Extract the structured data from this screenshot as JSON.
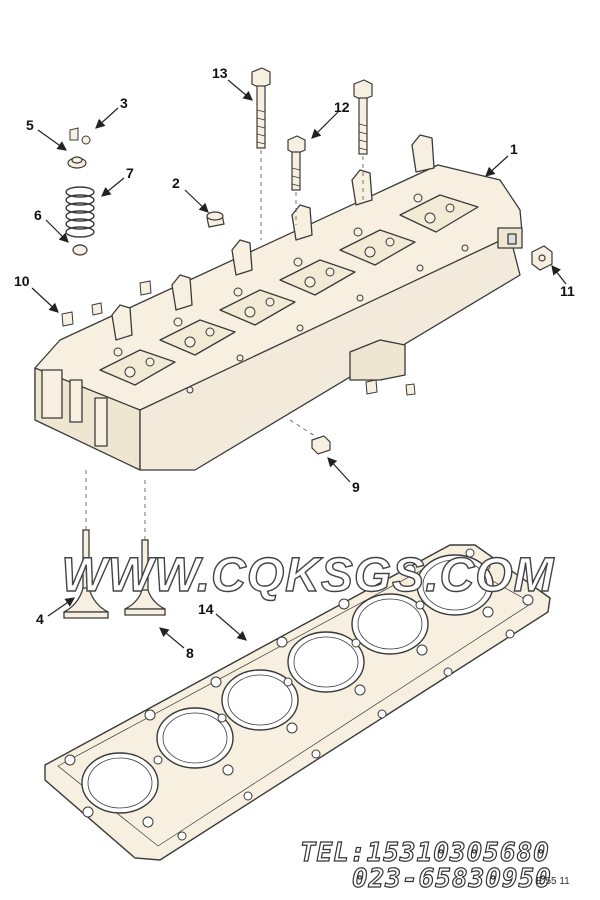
{
  "diagram": {
    "callouts": [
      "1",
      "2",
      "3",
      "4",
      "5",
      "6",
      "7",
      "8",
      "9",
      "10",
      "11",
      "12",
      "13",
      "14"
    ],
    "watermark": "WWW.CQKSGS.COM",
    "contact_phone": "TEL:15310305680",
    "contact_alt": "023-65830950",
    "drawing_code": "E 55 11",
    "colors": {
      "line": "#3a3a3a",
      "fill": "#f7f0e1",
      "arrow": "#222222"
    }
  }
}
